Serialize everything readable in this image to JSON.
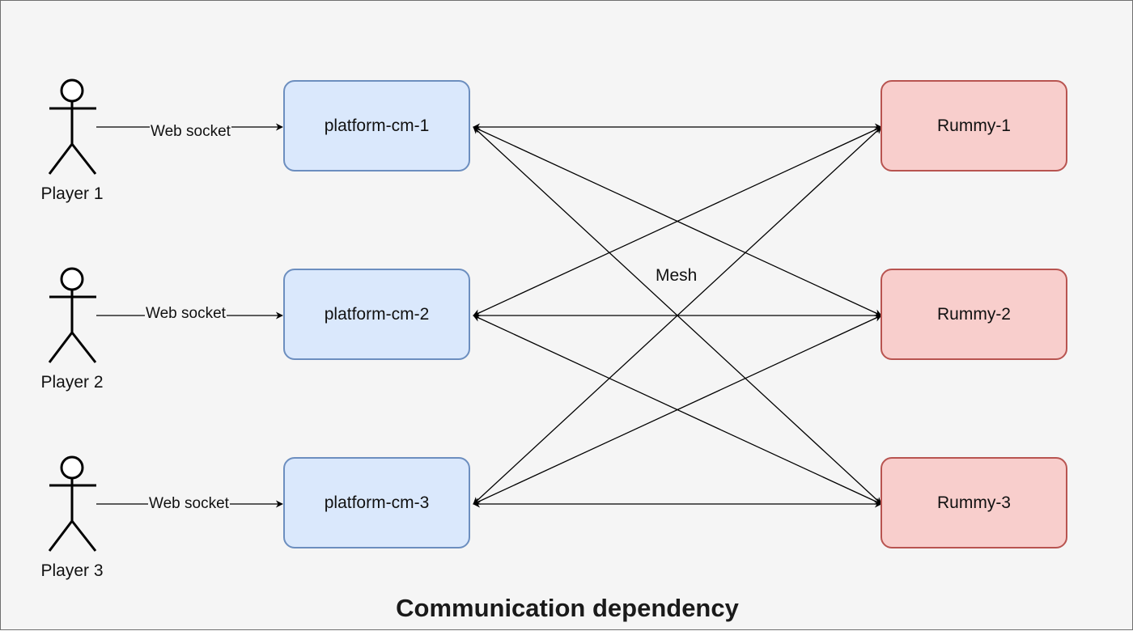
{
  "caption": "Communication dependency",
  "mesh_label": "Mesh",
  "players": [
    {
      "label": "Player 1",
      "link_label": "Web socket"
    },
    {
      "label": "Player 2",
      "link_label": "Web socket"
    },
    {
      "label": "Player 3",
      "link_label": "Web socket"
    }
  ],
  "platform_nodes": [
    {
      "label": "platform-cm-1"
    },
    {
      "label": "platform-cm-2"
    },
    {
      "label": "platform-cm-3"
    }
  ],
  "rummy_nodes": [
    {
      "label": "Rummy-1"
    },
    {
      "label": "Rummy-2"
    },
    {
      "label": "Rummy-3"
    }
  ],
  "colors": {
    "background": "#f5f5f5",
    "platform_fill": "#dae8fc",
    "platform_border": "#6c8ebf",
    "rummy_fill": "#f8cecc",
    "rummy_border": "#b85450",
    "line": "#000000"
  }
}
